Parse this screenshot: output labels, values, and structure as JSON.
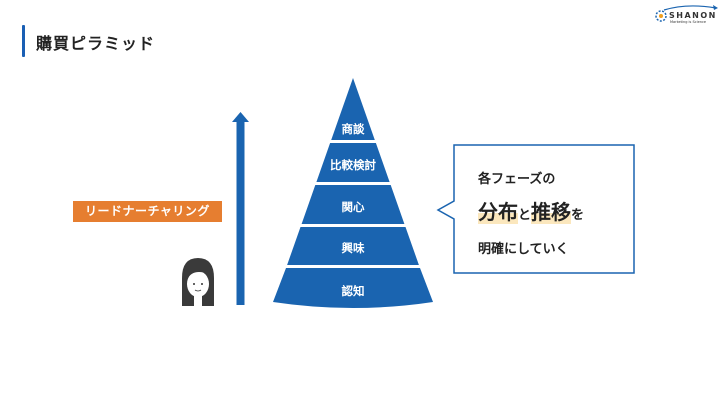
{
  "header": {
    "title": "購買ピラミッド"
  },
  "logo": {
    "brand": "SHANON",
    "tagline": "Marketing is Science"
  },
  "lead_nurturing_label": "リードナーチャリング",
  "pyramid": {
    "layers": [
      "商談",
      "比較検討",
      "関心",
      "興味",
      "認知"
    ]
  },
  "callout": {
    "line1": "各フェーズの",
    "highlight1": "分布",
    "connector": "と",
    "highlight2": "推移",
    "suffix": "を",
    "line3": "明確にしていく"
  },
  "colors": {
    "accent_blue": "#1a64b0",
    "orange": "#e67e30",
    "highlight": "#fbe7bd"
  }
}
